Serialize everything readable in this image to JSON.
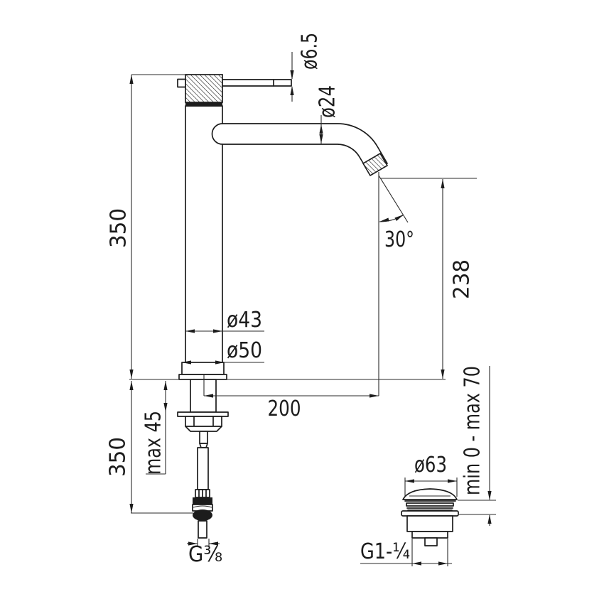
{
  "drawing_type": "faucet technical dimension drawing",
  "labels": {
    "lever_diameter": "ø6.5",
    "spout_diameter": "ø24",
    "height_above_deck": "350",
    "spout_angle": "30°",
    "outlet_height": "238",
    "body_diameter": "ø43",
    "base_diameter": "ø50",
    "spout_reach": "200",
    "max_deck_thickness": "max 45",
    "hose_length": "350",
    "supply_connection": "G³⁄₈",
    "waste_cap_diameter": "ø63",
    "waste_height_adjustment": "min 0 - max 70",
    "waste_connection": "G1-¼"
  },
  "colors": {
    "line": "#1c1c1c",
    "background": "#ffffff"
  }
}
